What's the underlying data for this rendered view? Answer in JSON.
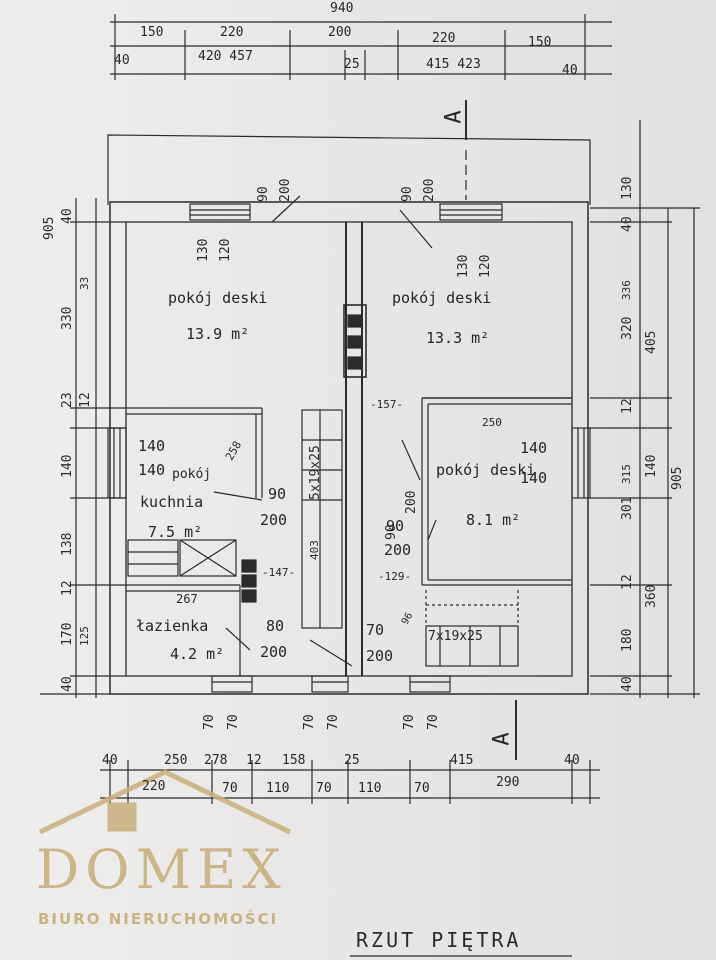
{
  "top_dims": {
    "overall": "940",
    "row1": [
      "150",
      "220",
      "200",
      "220",
      "150"
    ],
    "row2": [
      "40",
      "420 457",
      "25",
      "415 423",
      "40"
    ]
  },
  "section_marks": [
    "A",
    "A"
  ],
  "rooms": [
    {
      "name": "pokój deski",
      "area": "13.9 m²"
    },
    {
      "name": "pokój deski",
      "area": "13.3 m²"
    },
    {
      "name": "kuchnia",
      "area": "7.5 m²"
    },
    {
      "name": "pokój deski",
      "area": "8.1 m²"
    },
    {
      "name": "łazienka",
      "area": "4.2 m²"
    }
  ],
  "openings": [
    {
      "top": "90",
      "bottom": "200"
    },
    {
      "top": "90",
      "bottom": "200"
    },
    {
      "top": "130",
      "bottom": "120"
    },
    {
      "top": "130",
      "bottom": "120"
    },
    {
      "top": "140",
      "bottom": "140"
    },
    {
      "top": "140",
      "bottom": "140"
    },
    {
      "top": "90",
      "bottom": "200"
    },
    {
      "top": "90",
      "bottom": "200"
    },
    {
      "top": "80",
      "bottom": "200"
    },
    {
      "top": "70",
      "bottom": "200"
    },
    {
      "top": "90",
      "bottom": "200"
    }
  ],
  "misc_labels": {
    "stair_left": "5x19x25",
    "stair_right": "7x19x25",
    "pokoj_small": "pokój",
    "n258": "258",
    "n267": "267",
    "n250": "250",
    "n157": "-157-",
    "n129": "-129-",
    "n147": "-147-",
    "n403": "403",
    "n96": "96"
  },
  "left_dims": [
    "40",
    "330",
    "33",
    "23",
    "12",
    "140",
    "138",
    "12",
    "170",
    "125",
    "40"
  ],
  "left_overall": "905",
  "right_dims": [
    "130",
    "40",
    "320",
    "336",
    "405",
    "12",
    "140",
    "301",
    "315",
    "12",
    "360",
    "180",
    "40"
  ],
  "right_overall": "905",
  "bottom_small": [
    "70",
    "70",
    "70",
    "70",
    "70",
    "70"
  ],
  "bottom_dims": {
    "row1": [
      "40",
      "250",
      "278",
      "12",
      "158",
      "25",
      "415",
      "40"
    ],
    "row2": [
      "220",
      "70",
      "110",
      "70",
      "110",
      "70",
      "290"
    ]
  },
  "logo": {
    "word": "DOMEX",
    "sub": "BIURO NIERUCHOMOŚCI"
  },
  "title": "RZUT PIĘTRA"
}
